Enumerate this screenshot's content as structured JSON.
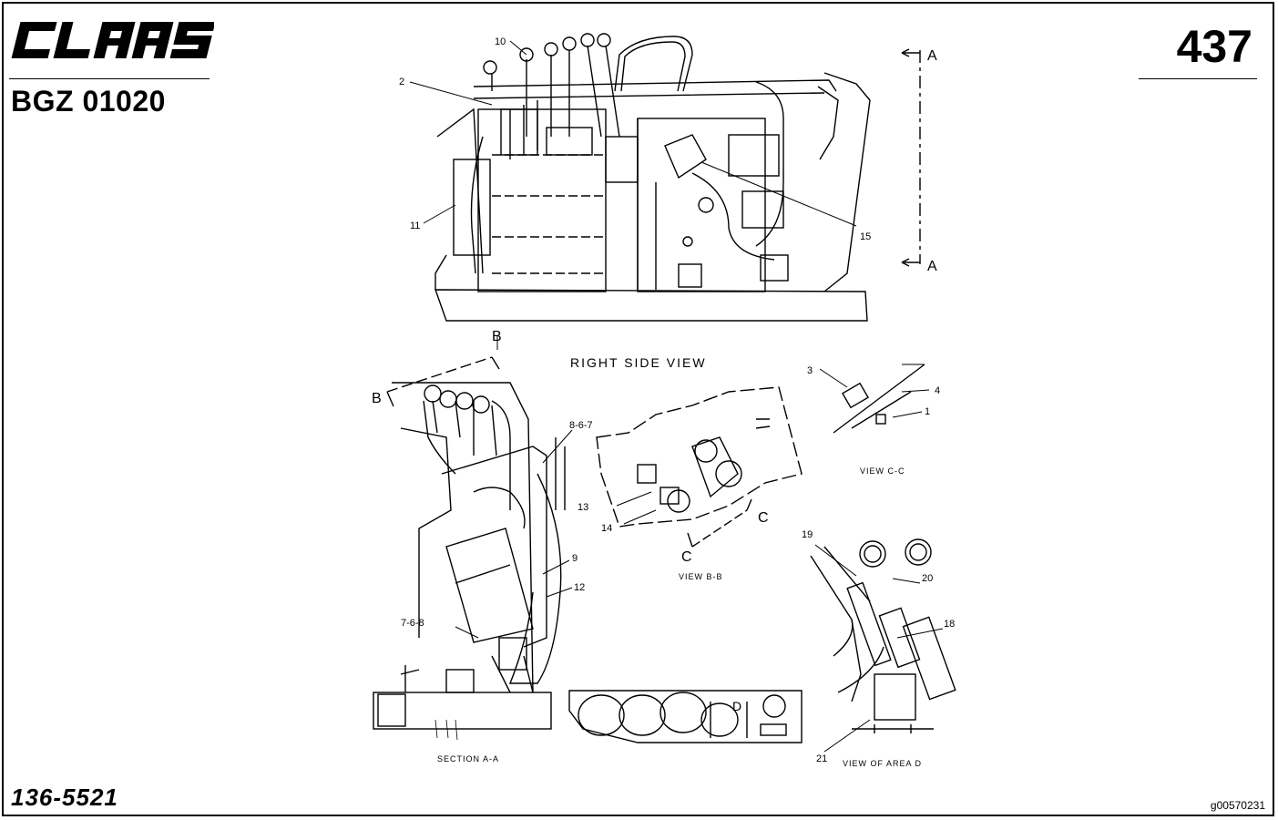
{
  "header": {
    "brand": "CLAAS",
    "document_code": "BGZ 01020",
    "page_number": "437"
  },
  "footer": {
    "part_number": "136-5521",
    "image_code": "g00570231"
  },
  "diagram": {
    "views": {
      "right_side_view": "RIGHT SIDE VIEW",
      "section_aa": "SECTION A-A",
      "view_bb": "VIEW B-B",
      "view_cc": "VIEW C-C",
      "view_area_d": "VIEW OF AREA D"
    },
    "section_markers": {
      "a_top": "A",
      "a_bottom": "A",
      "b_top": "B",
      "b_left": "B",
      "c_right": "C",
      "c_left": "C",
      "d_area": "D"
    },
    "callouts": {
      "c2": "2",
      "c10": "10",
      "c11": "11",
      "c15": "15",
      "c8_6_7": "8-6-7",
      "c9": "9",
      "c12": "12",
      "c7_6_8": "7-6-8",
      "c13": "13",
      "c14": "14",
      "c3": "3",
      "c4": "4",
      "c1": "1",
      "c19": "19",
      "c20": "20",
      "c18": "18",
      "c21": "21"
    }
  }
}
